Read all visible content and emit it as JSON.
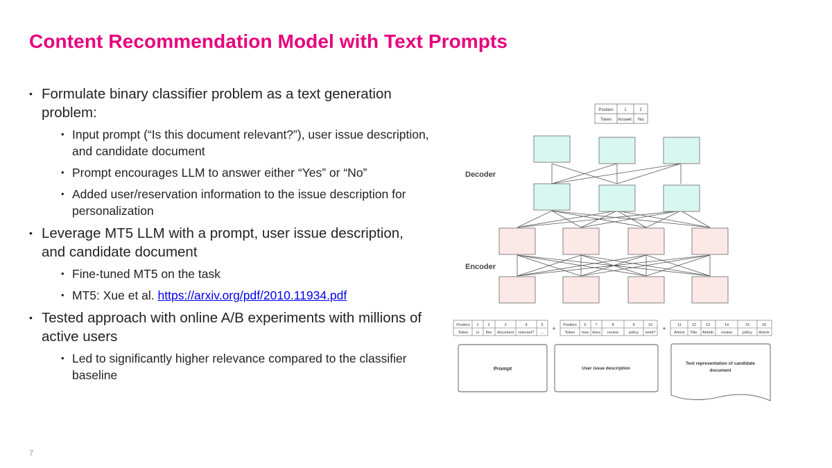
{
  "slide": {
    "title": "Content Recommendation Model with Text Prompts",
    "page_number": "7",
    "bullets": [
      {
        "text": "Formulate binary classifier problem as a text generation problem:",
        "sub": [
          {
            "text": "Input prompt (“Is this document relevant?”), user issue description, and candidate document"
          },
          {
            "text": "Prompt encourages LLM to answer either “Yes” or “No”"
          },
          {
            "text": "Added user/reservation information to the issue description for personalization"
          }
        ]
      },
      {
        "text": "Leverage MT5 LLM with a prompt, user issue description, and candidate document",
        "sub": [
          {
            "text": "Fine-tuned MT5 on the task"
          },
          {
            "text": "MT5: Xue et al. ",
            "link": "https://arxiv.org/pdf/2010.11934.pdf"
          }
        ]
      },
      {
        "text": "Tested approach with online A/B experiments with millions of active users",
        "sub": [
          {
            "text": "Led to significantly higher relevance compared to the classifier baseline"
          }
        ]
      }
    ]
  },
  "diagram": {
    "decoder_label": "Decoder",
    "encoder_label": "Encoder",
    "output_table": {
      "header": "Position",
      "row_label": "Token",
      "positions": [
        "1",
        "2"
      ],
      "tokens": [
        "Answer:",
        "Yes"
      ]
    },
    "input_tables": [
      {
        "header": "Position",
        "row_label": "Token",
        "positions": [
          "1",
          "2",
          "3",
          "4",
          "5"
        ],
        "tokens": [
          "is",
          "this",
          "document",
          "relevant?",
          "..."
        ]
      },
      {
        "header": "Position",
        "row_label": "Token",
        "positions": [
          "6",
          "7",
          "8",
          "9",
          "10"
        ],
        "tokens": [
          "how",
          "does",
          "review",
          "policy",
          "work?"
        ]
      },
      {
        "header": "",
        "row_label": "",
        "positions": [
          "11",
          "12",
          "13",
          "14",
          "15",
          "16"
        ],
        "tokens": [
          "Article",
          "Title:",
          "Airbnb",
          "review",
          "policy",
          "Article"
        ]
      }
    ],
    "plus_sign": "+",
    "boxes": {
      "prompt": "Prompt",
      "user_issue": "User issue description",
      "candidate_line1": "Text representation of candidate",
      "candidate_line2": "document"
    },
    "colors": {
      "decoder_fill": "#d9f7f1",
      "encoder_fill": "#fde8e8",
      "title": "#e6007e",
      "link": "#0000ee"
    }
  }
}
